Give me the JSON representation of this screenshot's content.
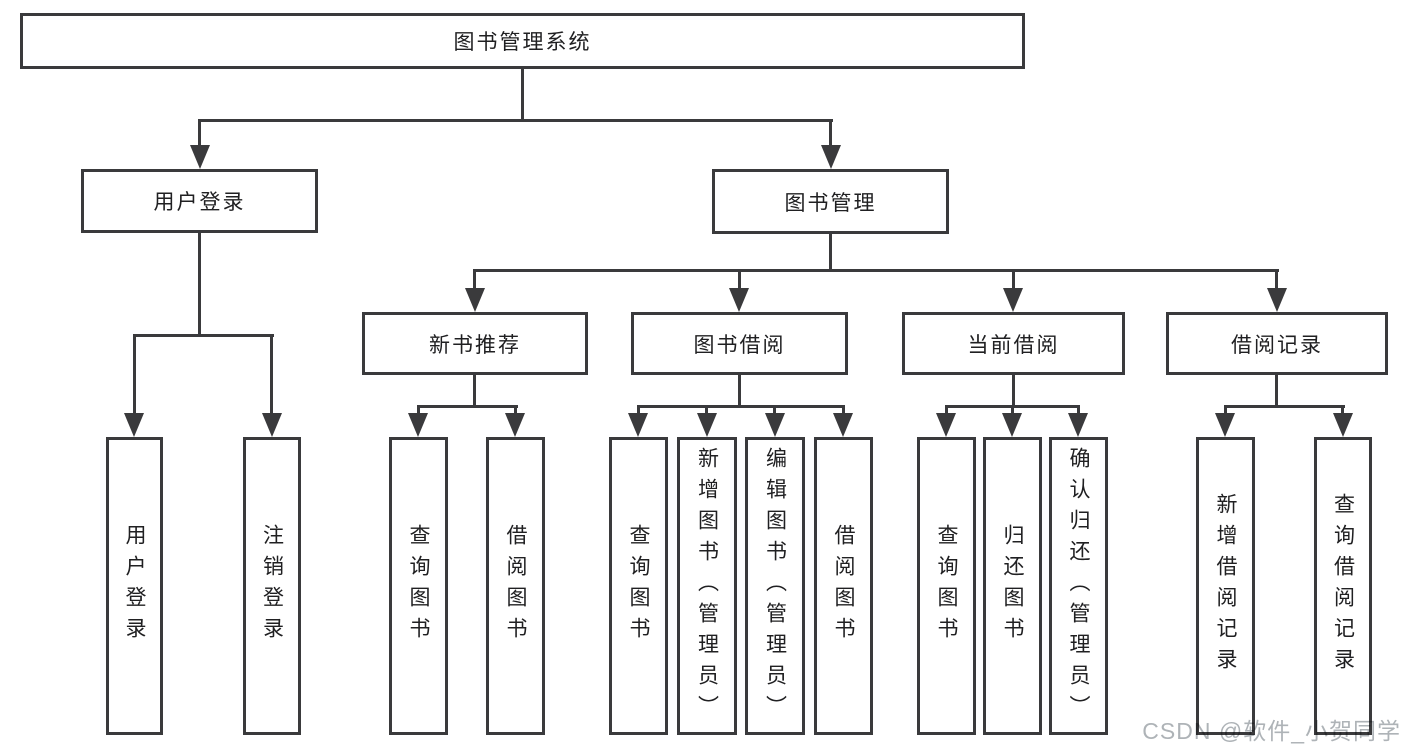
{
  "diagram": {
    "title": "图书管理系统",
    "level1": {
      "user_login": "用户登录",
      "book_management": "图书管理"
    },
    "level2": {
      "new_book_recommend": "新书推荐",
      "book_borrow": "图书借阅",
      "current_borrow": "当前借阅",
      "borrow_record": "借阅记录"
    },
    "level3": {
      "user_login_children": [
        "用户登录",
        "注销登录"
      ],
      "new_book_recommend_children": [
        "查询图书",
        "借阅图书"
      ],
      "book_borrow_children": [
        "查询图书",
        "新增图书（管理员）",
        "编辑图书（管理员）",
        "借阅图书"
      ],
      "current_borrow_children": [
        "查询图书",
        "归还图书",
        "确认归还（管理员）"
      ],
      "borrow_record_children": [
        "新增借阅记录",
        "查询借阅记录"
      ]
    }
  },
  "watermark": "CSDN @软件_小贺同学",
  "colors": {
    "line": "#3a3a3c",
    "text": "#202022",
    "watermark": "#aeb3b7",
    "background": "#ffffff"
  }
}
